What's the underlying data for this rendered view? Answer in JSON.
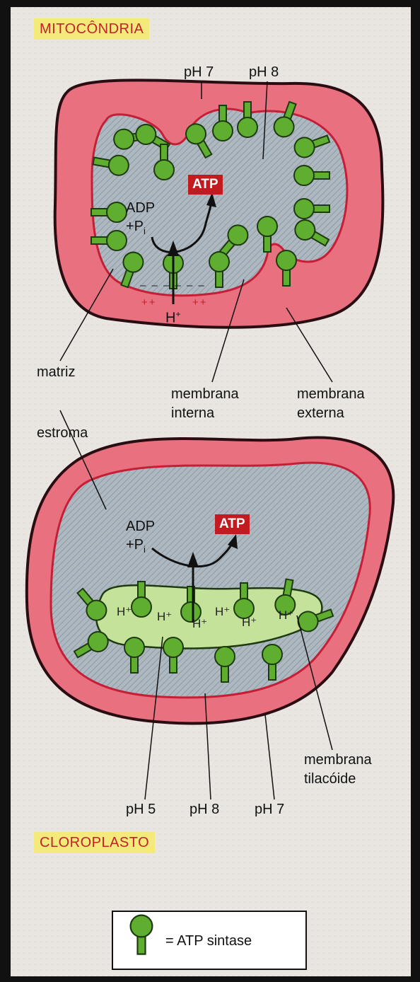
{
  "mitochondria": {
    "title": "MITOCÔNDRIA",
    "ph_left": "pH 7",
    "ph_right": "pH 8",
    "atp": "ATP",
    "adp": "ADP",
    "pi": "+P",
    "pi_sub": "i",
    "proton": "H",
    "proton_sup": "+",
    "minus_signs": "– – – – – –",
    "plus_left": "++",
    "plus_right": "++",
    "matrix": "matriz",
    "inner_membrane_1": "membrana",
    "inner_membrane_2": "interna",
    "outer_membrane_1": "membrana",
    "outer_membrane_2": "externa"
  },
  "chloroplast": {
    "title": "CLOROPLASTO",
    "stroma": "estroma",
    "atp": "ATP",
    "adp": "ADP",
    "pi": "+P",
    "pi_sub": "i",
    "protons": [
      "H⁺",
      "H⁺",
      "H⁺",
      "H⁺",
      "H⁺",
      "H⁺"
    ],
    "ph_5": "pH 5",
    "ph_8": "pH 8",
    "ph_7": "pH 7",
    "thylakoid_1": "membrana",
    "thylakoid_2": "tilacóide"
  },
  "legend": {
    "text": "= ATP sintase"
  },
  "colors": {
    "membrane": "#e9707e",
    "membrane_dark": "#c41f36",
    "lumen": "#a9b4bd",
    "thylakoid": "#bfe08e",
    "synthase": "#5fae2f",
    "atp_box": "#c11a1f",
    "highlight": "#f4ea7c"
  }
}
